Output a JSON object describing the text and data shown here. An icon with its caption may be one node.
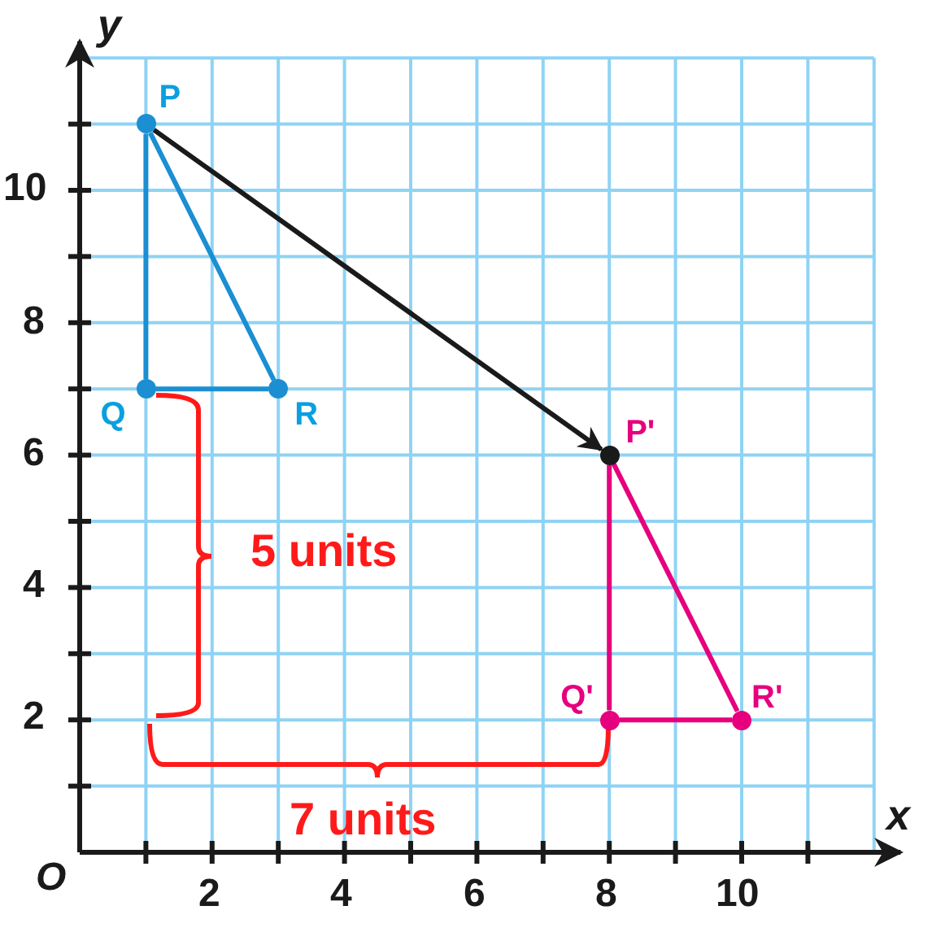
{
  "diagram": {
    "nodes": [
      {
        "text": [],
        "shape": "circle",
        "beside": [
          "P"
        ]
      },
      {
        "text": [],
        "shape": "circle",
        "beside": [
          "Q"
        ]
      },
      {
        "text": [],
        "shape": "circle",
        "beside": [
          "R"
        ]
      },
      {
        "text": [],
        "shape": "circle",
        "beside": [
          "P'"
        ]
      },
      {
        "text": [],
        "shape": "circle",
        "beside": [
          "Q'"
        ]
      },
      {
        "text": [],
        "shape": "circle",
        "beside": [
          "R'"
        ]
      }
    ],
    "edges": [
      {
        "from": 0,
        "to": 1,
        "arrow": "none",
        "color": "#1b8fd2"
      },
      {
        "from": 1,
        "to": 2,
        "arrow": "none",
        "color": "#1b8fd2"
      },
      {
        "from": 2,
        "to": 0,
        "arrow": "none",
        "color": "#1b8fd2"
      },
      {
        "from": 0,
        "to": 3,
        "arrow": "to",
        "color": "#1a1a1a"
      },
      {
        "from": 3,
        "to": 4,
        "arrow": "none",
        "color": "#e6007e"
      },
      {
        "from": 4,
        "to": 5,
        "arrow": "none",
        "color": "#e6007e"
      },
      {
        "from": 5,
        "to": 3,
        "arrow": "none",
        "color": "#e6007e"
      }
    ],
    "labels": [
      "y",
      "10",
      "8",
      "6",
      "5 units",
      "4",
      "2",
      "7 units",
      "x",
      "O",
      "2",
      "4",
      "6",
      "8",
      "10"
    ]
  }
}
